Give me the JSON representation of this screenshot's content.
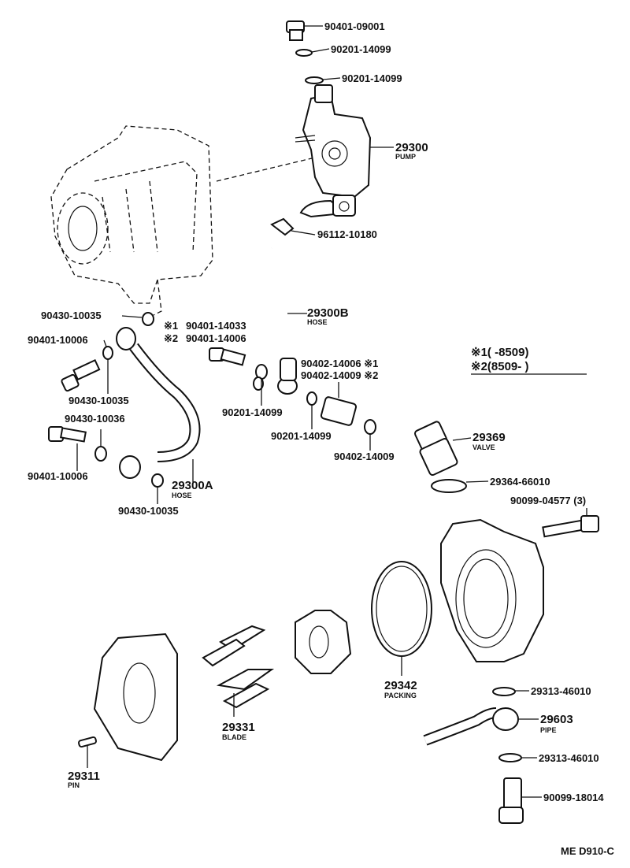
{
  "labels": {
    "p90401_09001": "90401-09001",
    "p90201_14099_a": "90201-14099",
    "p90201_14099_b": "90201-14099",
    "p29300": "29300",
    "p29300_sub": "PUMP",
    "p96112_10180": "96112-10180",
    "p90430_10035_a": "90430-10035",
    "mark1": "※1",
    "mark2": "※2",
    "p90401_14033": "90401-14033",
    "p90401_14006": "90401-14006",
    "p29300B": "29300B",
    "p29300B_sub": "HOSE",
    "p90401_10006_a": "90401-10006",
    "p90430_10035_b": "90430-10035",
    "p90430_10036": "90430-10036",
    "p90401_10006_b": "90401-10006",
    "p29300A": "29300A",
    "p29300A_sub": "HOSE",
    "p90430_10035_c": "90430-10035",
    "p90402_14006": "90402-14006 ※1",
    "p90402_14009_a": "90402-14009 ※2",
    "p90201_14099_c": "90201-14099",
    "p90201_14099_d": "90201-14099",
    "p90402_14009_b": "90402-14009",
    "legend1": "※1(          -8509)",
    "legend2": "※2(8509-          )",
    "p29369": "29369",
    "p29369_sub": "VALVE",
    "p29364_66010": "29364-66010",
    "p90099_04577": "90099-04577 (3)",
    "p29342": "29342",
    "p29342_sub": "PACKING",
    "p29331": "29331",
    "p29331_sub": "BLADE",
    "p29313_46010_a": "29313-46010",
    "p29603": "29603",
    "p29603_sub": "PIPE",
    "p29313_46010_b": "29313-46010",
    "p90099_18014": "90099-18014",
    "p29311": "29311",
    "p29311_sub": "PIN",
    "code": "ME D910-C"
  }
}
